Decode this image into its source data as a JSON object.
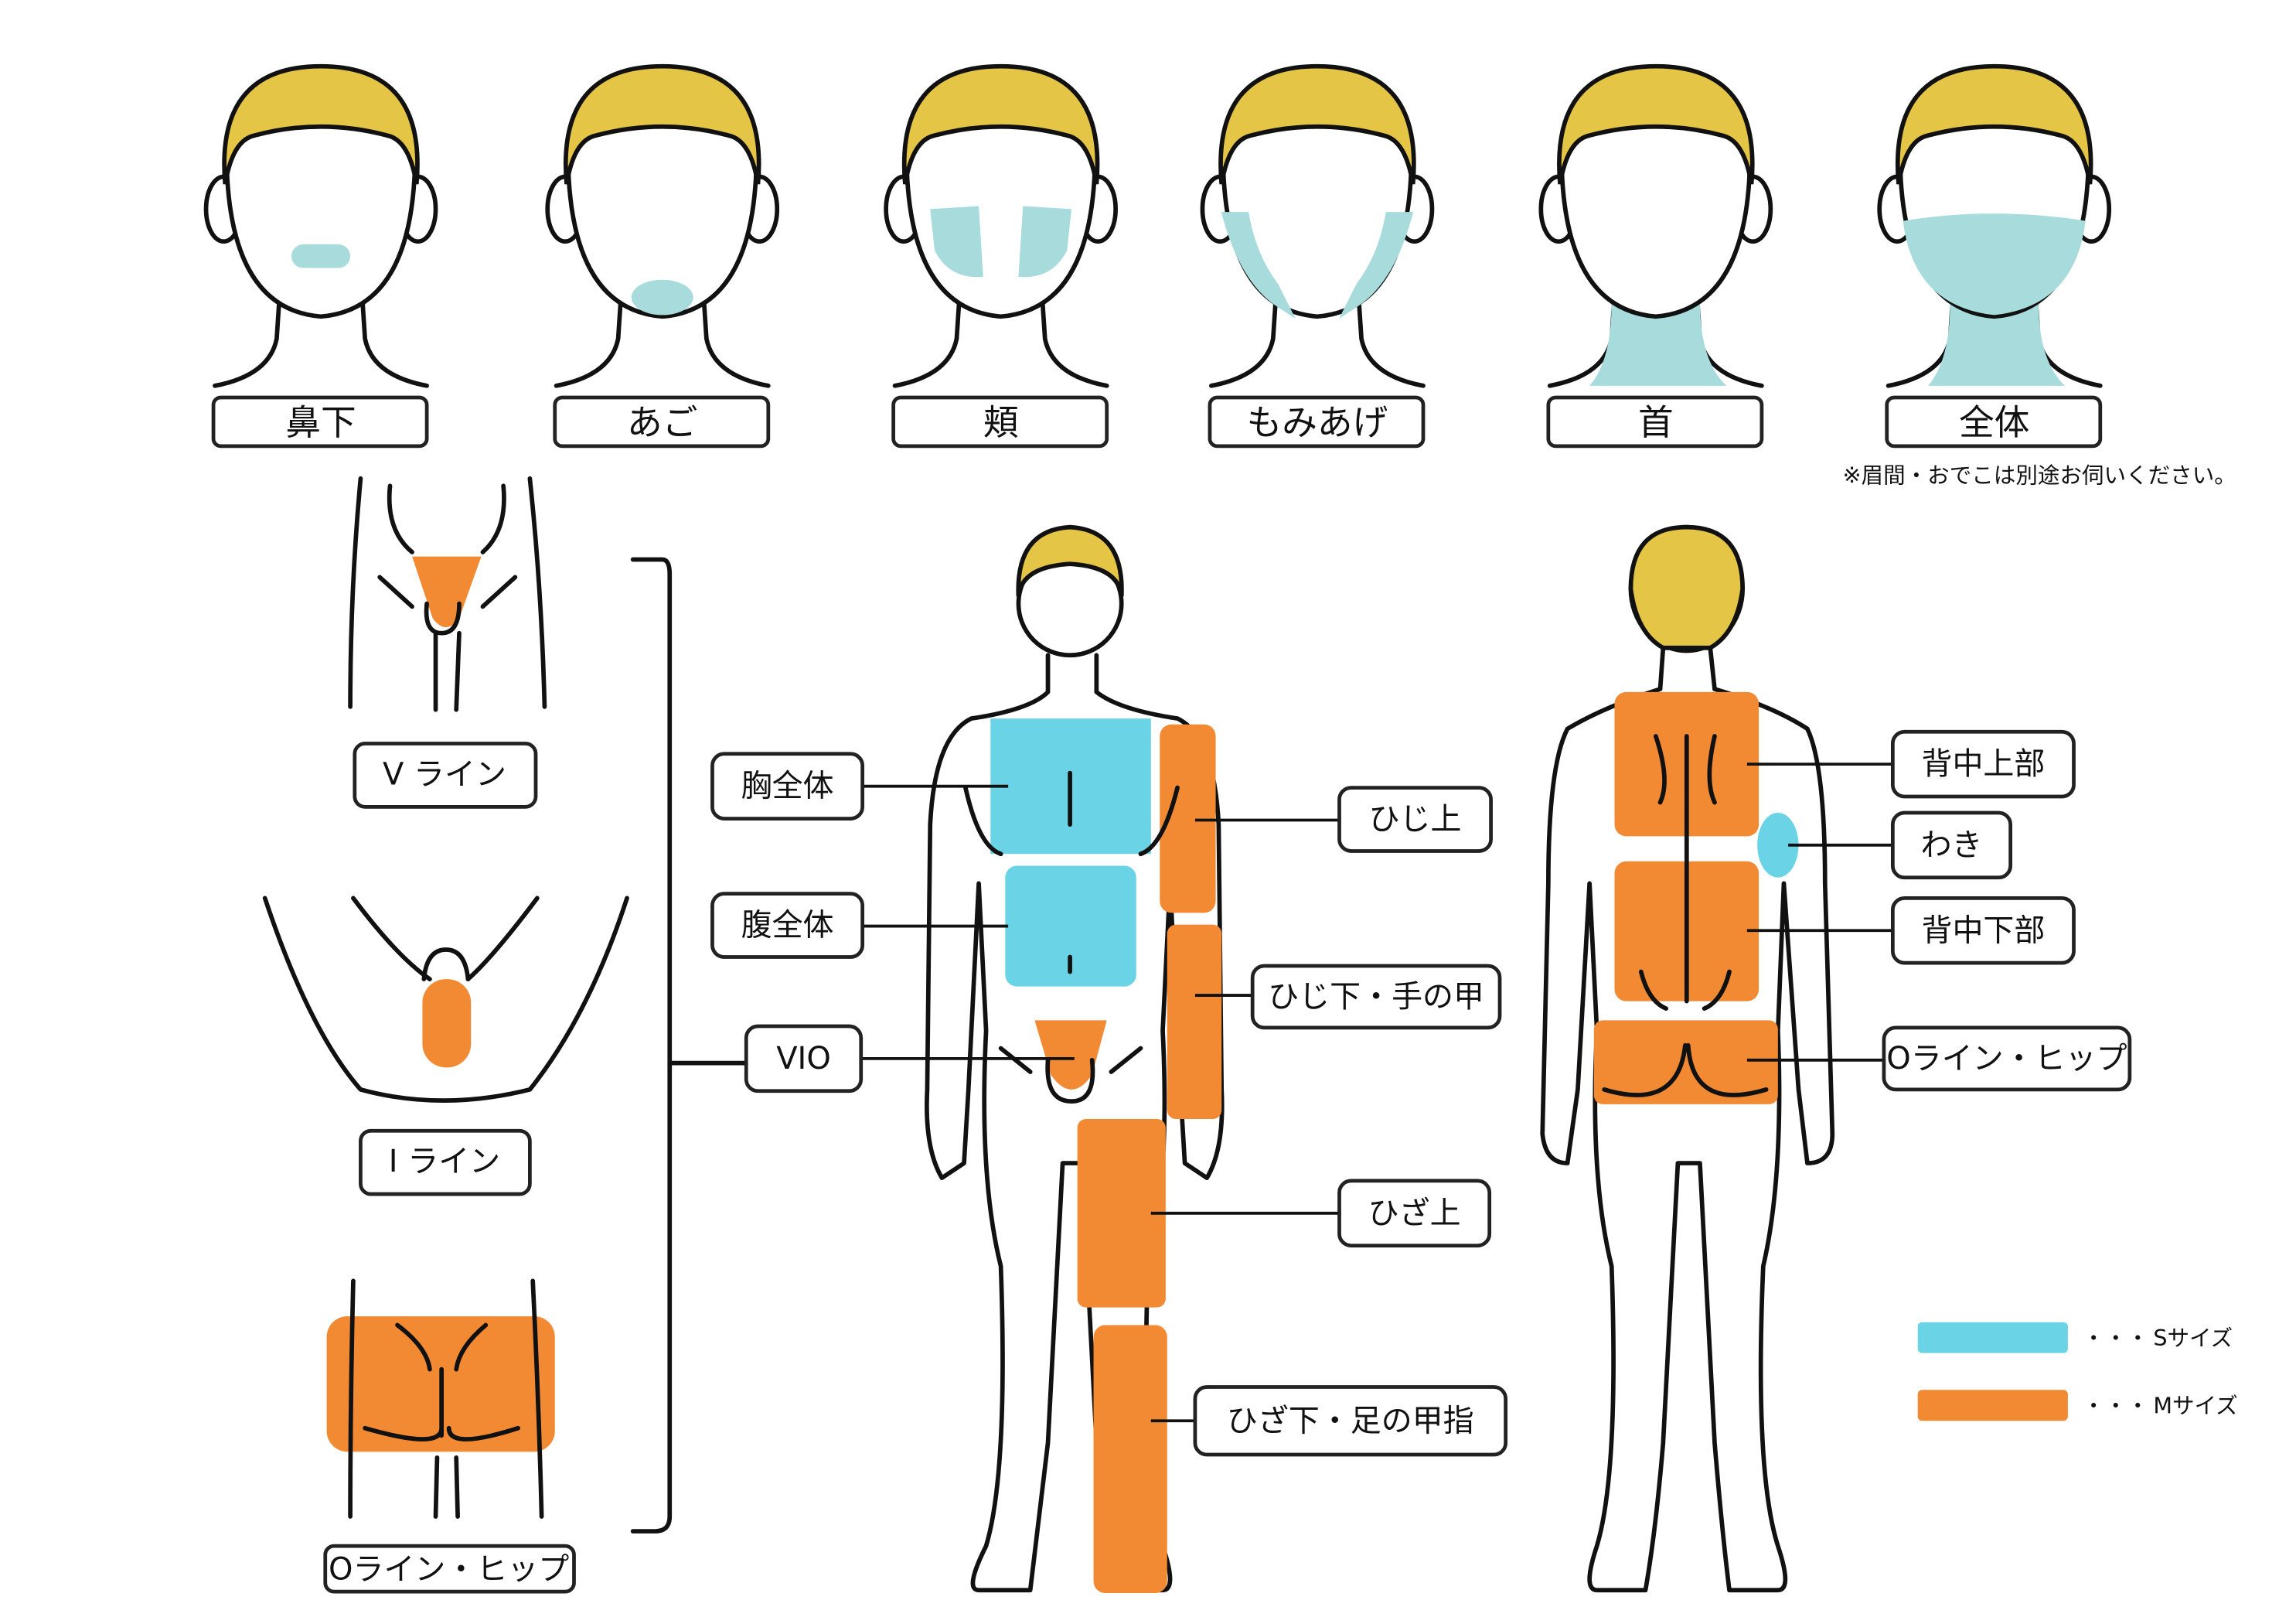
{
  "colors": {
    "hair": "#E5C545",
    "face_area": "#A8DCDC",
    "s_size": "#6AD3E6",
    "m_size": "#F28A33"
  },
  "face_labels": [
    "鼻下",
    "あご",
    "頬",
    "もみあげ",
    "首",
    "全体"
  ],
  "face_note": "※眉間・おでこは別途お伺いください。",
  "vio_labels": {
    "v": "V ライン",
    "i": "I ライン",
    "o": "Oライン・ヒップ"
  },
  "front_labels": {
    "chest": "胸全体",
    "abdomen": "腹全体",
    "vio": "VIO",
    "upper_arm": "ひじ上",
    "forearm": "ひじ下・手の甲",
    "thigh": "ひざ上",
    "lower_leg": "ひざ下・足の甲指"
  },
  "back_labels": {
    "upper_back": "背中上部",
    "armpit": "わき",
    "lower_back": "背中下部",
    "hip": "Oライン・ヒップ"
  },
  "legend": [
    {
      "dots": "・・・",
      "label": "Sサイズ"
    },
    {
      "dots": "・・・",
      "label": "Mサイズ"
    }
  ]
}
